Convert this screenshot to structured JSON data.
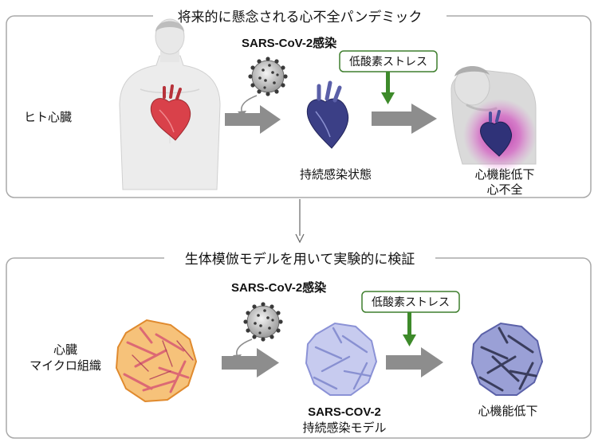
{
  "top_panel": {
    "title": "将来的に懸念される心不全パンデミック",
    "label_left": "ヒト心臓",
    "virus_label": "SARS-CoV-2感染",
    "stress_label": "低酸素ストレス",
    "state_label": "持続感染状態",
    "outcome_line1": "心機能低下",
    "outcome_line2": "心不全"
  },
  "bottom_panel": {
    "title": "生体模倣モデルを用いて実験的に検証",
    "label_left_line1": "心臓",
    "label_left_line2": "マイクロ組織",
    "virus_label": "SARS-CoV-2感染",
    "stress_label": "低酸素ストレス",
    "model_line1": "SARS-COV-2",
    "model_line2": "持続感染モデル",
    "outcome": "心機能低下"
  },
  "colors": {
    "panel_border": "#a9a9a9",
    "stress_box_border": "#3f7f2e",
    "stress_arrow": "#3d8a2a",
    "flow_arrow": "#8d8d8d",
    "heart_red": "#d9414a",
    "heart_infected": "#3b3f86",
    "tissue_orange": "#f2a64a",
    "tissue_blue": "#9da5de",
    "tissue_dark": "#4c4f7c",
    "glow_magenta": "#cc3fb0"
  }
}
